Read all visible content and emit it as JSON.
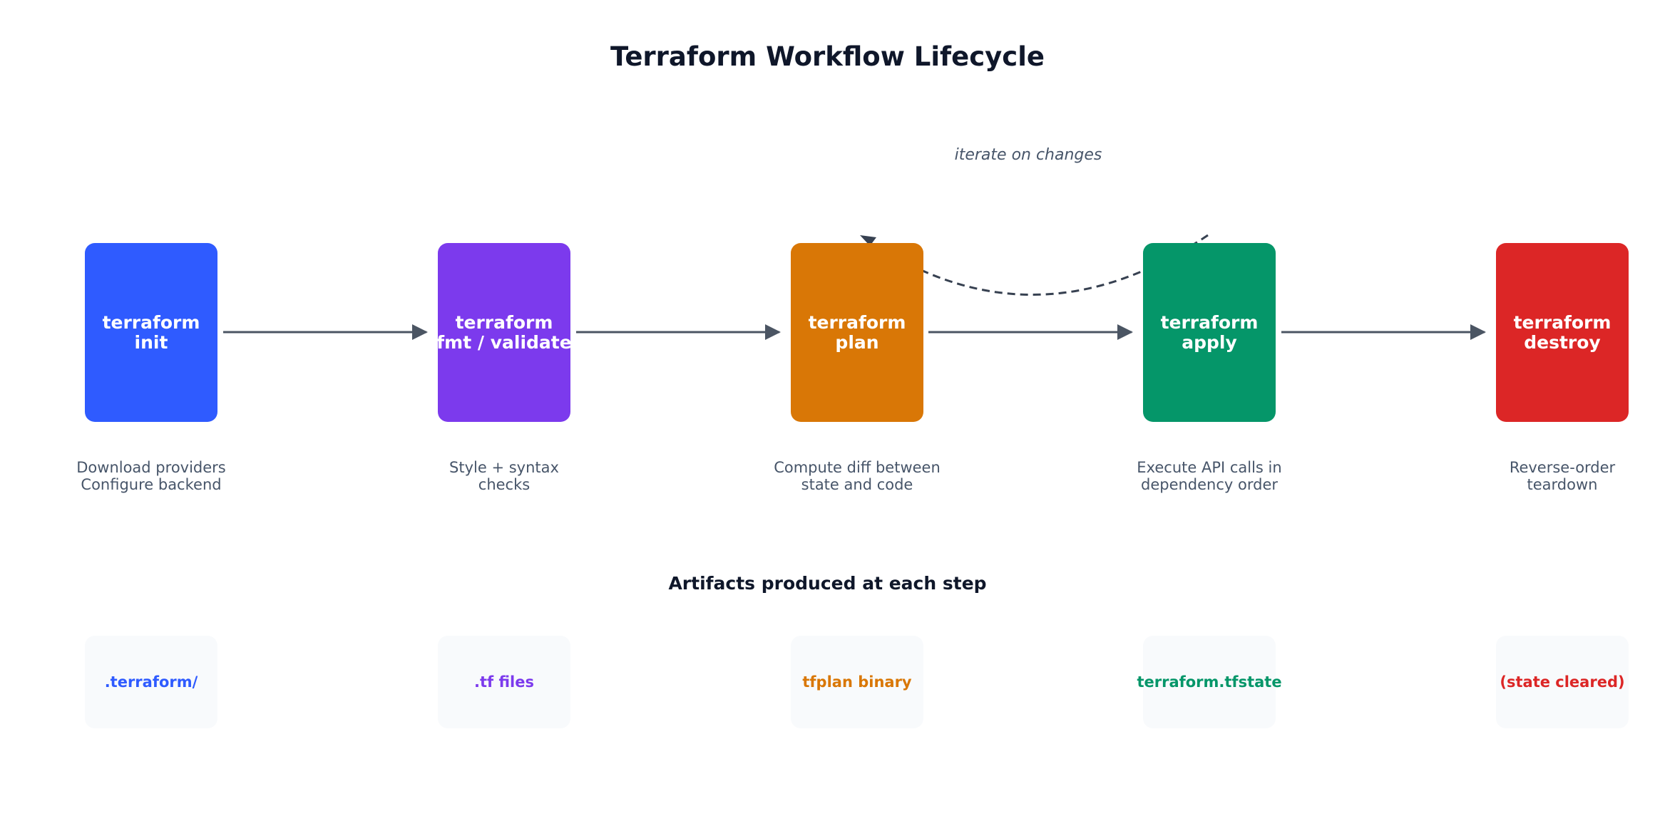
{
  "title": "Terraform Workflow Lifecycle",
  "loop_label": "iterate on changes",
  "steps": [
    {
      "line1": "terraform",
      "line2": "init",
      "desc1": "Download providers",
      "desc2": "Configure backend",
      "color": "#2f5bff"
    },
    {
      "line1": "terraform",
      "line2": "fmt / validate",
      "desc1": "Style + syntax",
      "desc2": "checks",
      "color": "#7c3aed"
    },
    {
      "line1": "terraform",
      "line2": "plan",
      "desc1": "Compute diff between",
      "desc2": "state and code",
      "color": "#d97706"
    },
    {
      "line1": "terraform",
      "line2": "apply",
      "desc1": "Execute API calls in",
      "desc2": "dependency order",
      "color": "#059669"
    },
    {
      "line1": "terraform",
      "line2": "destroy",
      "desc1": "Reverse-order",
      "desc2": "teardown",
      "color": "#dc2626"
    }
  ],
  "artifacts_title": "Artifacts produced at each step",
  "artifacts": [
    {
      "label": ".terraform/",
      "color": "#2f5bff"
    },
    {
      "label": ".tf files",
      "color": "#7c3aed"
    },
    {
      "label": "tfplan binary",
      "color": "#d97706"
    },
    {
      "label": "terraform.tfstate",
      "color": "#059669"
    },
    {
      "label": "(state cleared)",
      "color": "#dc2626"
    }
  ],
  "colors": {
    "arrow": "#4b5563",
    "loop_arrow": "#374151"
  }
}
